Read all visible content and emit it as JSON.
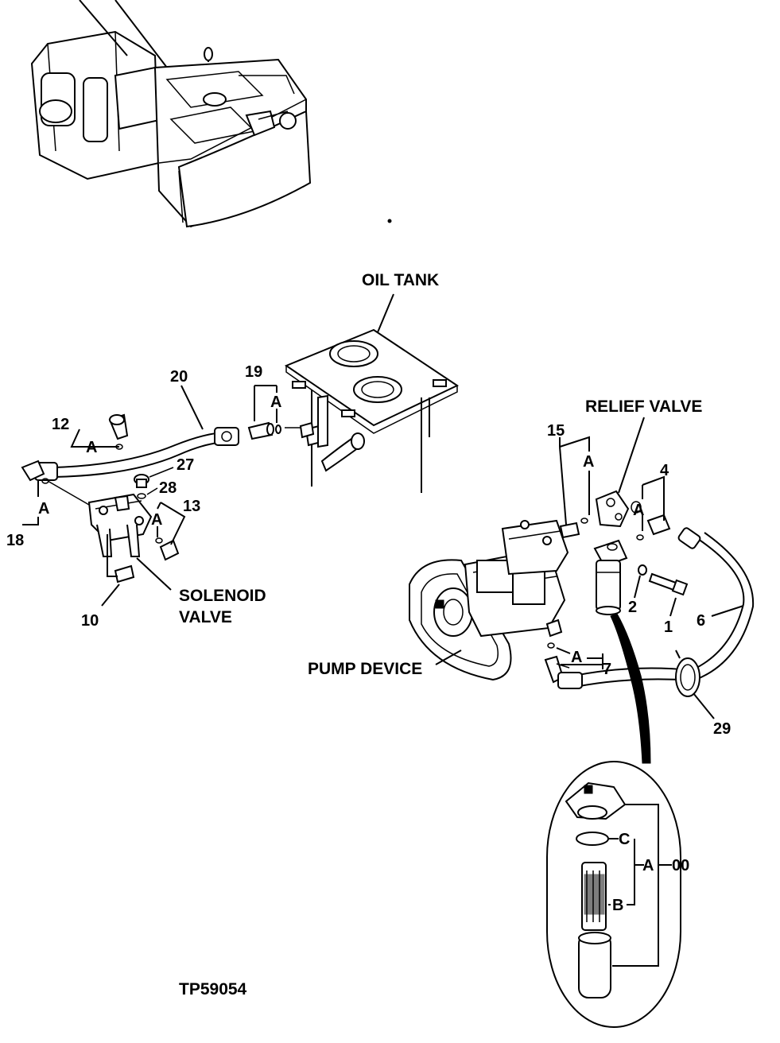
{
  "labels": {
    "oil_tank": "OIL TANK",
    "relief_valve": "RELIEF VALVE",
    "solenoid_valve_line1": "SOLENOID",
    "solenoid_valve_line2": "VALVE",
    "pump_device": "PUMP DEVICE",
    "figure_id": "TP59054"
  },
  "callouts": {
    "n1": "1",
    "n2": "2",
    "n4": "4",
    "n6": "6",
    "n7": "7",
    "n10": "10",
    "n12": "12",
    "n13": "13",
    "n15": "15",
    "n18": "18",
    "n19": "19",
    "n20": "20",
    "n27": "27",
    "n28": "28",
    "n29": "29",
    "n00": "00"
  },
  "kit_letters": {
    "a": "A",
    "b": "B",
    "c": "C"
  }
}
